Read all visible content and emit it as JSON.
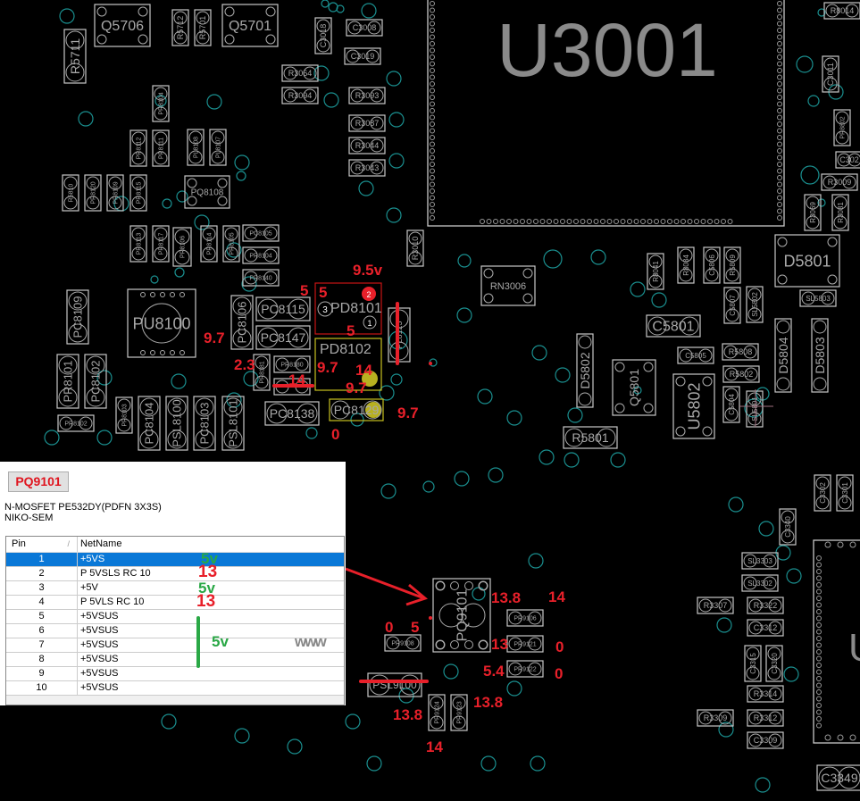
{
  "board": {
    "main_ic": "U3001",
    "components": [
      "Q5706",
      "R5712",
      "R5701",
      "Q5701",
      "R5711",
      "C3018",
      "C3008",
      "C3019",
      "R3064",
      "R3094",
      "R3093",
      "R3087",
      "R3044",
      "R3043",
      "PR8104",
      "PR8112",
      "PR8111",
      "PL8108",
      "PL8107",
      "R5810",
      "PR8120",
      "PR8109",
      "PR8115",
      "PQ8108",
      "PR8113",
      "PR8117",
      "PR8106",
      "PR8114",
      "PR8105",
      "PC8105",
      "PR8104",
      "PR8140",
      "R3010",
      "PU8100",
      "PC8109",
      "PC8106",
      "PR8101",
      "PC8102",
      "PR8102",
      "PR8103",
      "PC8104",
      "PSL8100",
      "PC8103",
      "PSL8101",
      "PC8115",
      "PC8147",
      "PR8180",
      "PR8181",
      "",
      "PC8138",
      "PD8101",
      "PD8102",
      "PC8129",
      "PL8125",
      "RN3006",
      "R8041",
      "R8084",
      "C5806",
      "R5809",
      "D5801",
      "C5807",
      "SL5802",
      "SL5803",
      "C5801",
      "D5802",
      "Q5801",
      "U5802",
      "C5805",
      "R5808",
      "R5802",
      "D5804",
      "D5803",
      "C5804",
      "SL5801",
      "R5801",
      "R8014",
      "C3011",
      "PR8802",
      "C302",
      "R3009",
      "R3069",
      "R3081",
      "C3302",
      "C3301",
      "C3340",
      "SL3303",
      "SL3302",
      "R3307",
      "R3322",
      "C3312",
      "C3315",
      "C3320",
      "R3314",
      "R3309",
      "R3312",
      "C3309",
      "C3349",
      "PQ9101",
      "PR9106",
      "PR9121",
      "PR9122",
      "PR9108",
      "PSL9100",
      "PR9124",
      "PR9123"
    ],
    "pin_numbers": [
      "2",
      "3",
      "1"
    ],
    "voltage_annotations": [
      "9.5v",
      "5",
      "5",
      "5",
      "9.7",
      "14",
      "2.3",
      "14",
      "9.7",
      "9.7",
      "9.7",
      "0",
      "13.8",
      "14",
      "0",
      "5",
      "13",
      "0",
      "5.4",
      "0",
      "13.8",
      "13.8",
      "14"
    ],
    "watermark": "www"
  },
  "panel": {
    "part_button": "PQ9101",
    "description_line1": "N-MOSFET PE532DY(PDFN 3X3S)",
    "description_line2": "NIKO-SEM",
    "columns": {
      "pin": "Pin",
      "sort_marker": "/",
      "netname": "NetName"
    },
    "rows": [
      {
        "pin": "1",
        "net": "+5VS"
      },
      {
        "pin": "2",
        "net": "P  5VSLS  RC  10"
      },
      {
        "pin": "3",
        "net": "+5V"
      },
      {
        "pin": "4",
        "net": "P  5VLS  RC  10"
      },
      {
        "pin": "5",
        "net": "+5VSUS"
      },
      {
        "pin": "6",
        "net": "+5VSUS"
      },
      {
        "pin": "7",
        "net": "+5VSUS"
      },
      {
        "pin": "8",
        "net": "+5VSUS"
      },
      {
        "pin": "9",
        "net": "+5VSUS"
      },
      {
        "pin": "10",
        "net": "+5VSUS"
      }
    ],
    "selected_row": 1,
    "overlay_notes": [
      "5v",
      "13",
      "5v",
      "13",
      "5v"
    ]
  },
  "colors": {
    "annotation_red": "#e8202a",
    "annotation_green": "#2aa846",
    "selection": "#0a78d7",
    "outline": "#c8c8c8",
    "via": "#1a8f8f",
    "highlight_red": "#c81414",
    "highlight_yellow": "#c8c020"
  }
}
